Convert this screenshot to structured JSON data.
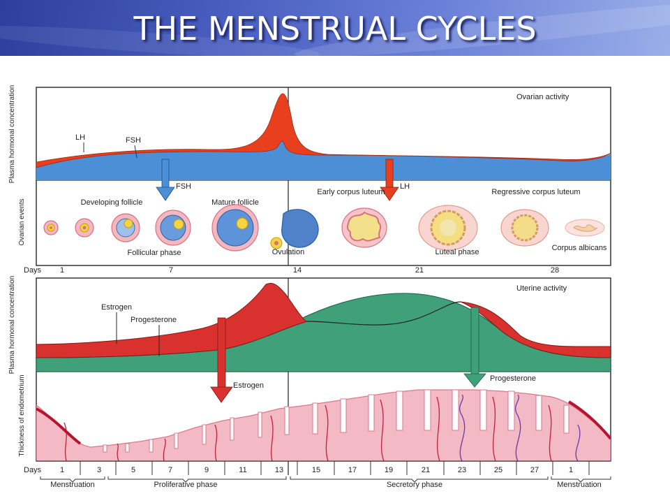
{
  "slide": {
    "title": "THE MENSTRUAL CYCLES"
  },
  "colors": {
    "lh": "#e8401e",
    "fsh": "#4c8fd6",
    "estrogen": "#d9312e",
    "progesterone": "#3fa07a",
    "endometrium": "#f3b9c4"
  },
  "ovarian": {
    "panel_label": "Ovarian activity",
    "axis_label": "Plasma hormonal concentration",
    "events_label": "Ovarian events",
    "hormones": {
      "lh": "LH",
      "fsh": "FSH"
    },
    "arrows": {
      "fsh": "FSH",
      "lh": "LH"
    },
    "labels": {
      "developing": "Developing follicle",
      "mature": "Mature follicle",
      "ovulation": "Ovulation",
      "early_cl": "Early corpus luteum",
      "regressive_cl": "Regressive corpus luteum",
      "albicans": "Corpus albicans",
      "follicular": "Follicular phase",
      "luteal": "Luteal phase"
    },
    "days_label": "Days",
    "days": [
      "1",
      "7",
      "14",
      "21",
      "28"
    ]
  },
  "uterine": {
    "panel_label": "Uterine activity",
    "axis_label": "Plasma hormonal concentration",
    "thickness_label": "Thickness of endometrium",
    "hormones": {
      "estrogen": "Estrogen",
      "progesterone": "Progesterone"
    },
    "arrows": {
      "estrogen": "Estrogen",
      "progesterone": "Progesterone"
    },
    "days_label": "Days",
    "days": [
      "1",
      "3",
      "5",
      "7",
      "9",
      "11",
      "13",
      "15",
      "17",
      "19",
      "21",
      "23",
      "25",
      "27",
      "1"
    ],
    "phases": {
      "menstruation1": "Menstruation",
      "proliferative": "Proliferative phase",
      "secretory": "Secretory phase",
      "menstruation2": "Menstruation"
    }
  }
}
